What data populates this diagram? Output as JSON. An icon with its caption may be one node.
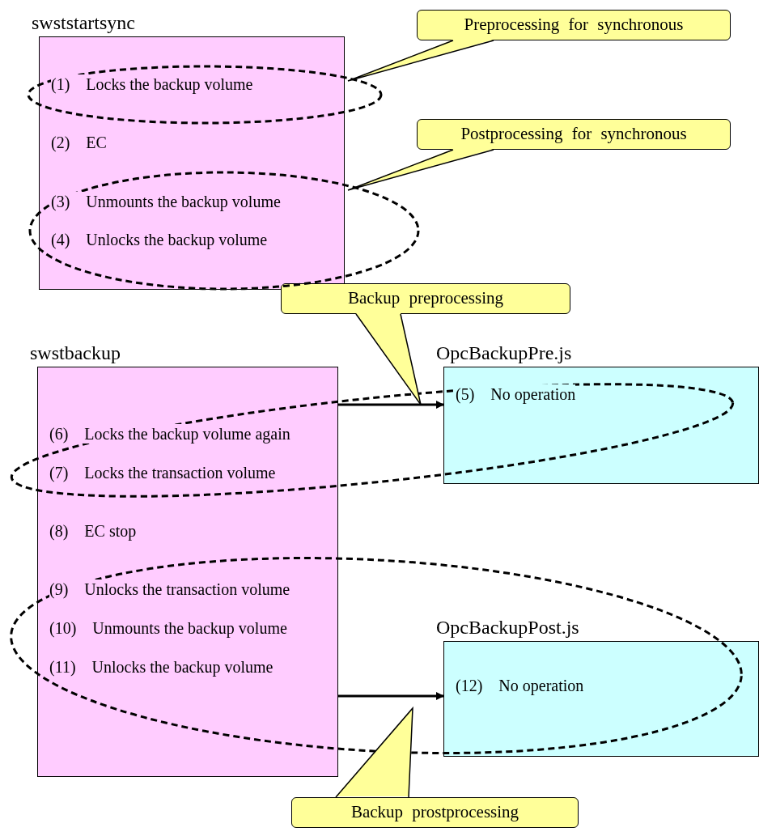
{
  "diagram": {
    "nodes": [
      {
        "text": [
          "swststartsync",
          "(1)　Locks the backup volume",
          "(2)　EC",
          "(3)　Unmounts the backup volume",
          "(4)　Unlocks the backup volume"
        ]
      },
      {
        "text": [
          "Preprocessing for synchronous"
        ]
      },
      {
        "text": [
          "Postprocessing for synchronous"
        ]
      },
      {
        "text": [
          "Backup preprocessing"
        ]
      },
      {
        "text": [
          "swstbackup",
          "(6)　Locks the backup volume again",
          "(7)　Locks the transaction volume",
          "(8)　EC stop",
          "(9)　Unlocks the transaction volume",
          "(10)　Unmounts the backup volume",
          "(11)　Unlocks the backup volume"
        ]
      },
      {
        "text": [
          "OpcBackupPre.js",
          "(5)　No operation"
        ]
      },
      {
        "text": [
          "OpcBackupPost.js",
          "(12)　No operation"
        ]
      },
      {
        "text": [
          "Backup prostprocessing"
        ]
      }
    ],
    "edges": [
      {
        "from": 4,
        "to": 5,
        "arrow": "to"
      },
      {
        "from": 4,
        "to": 6,
        "arrow": "to"
      }
    ]
  }
}
